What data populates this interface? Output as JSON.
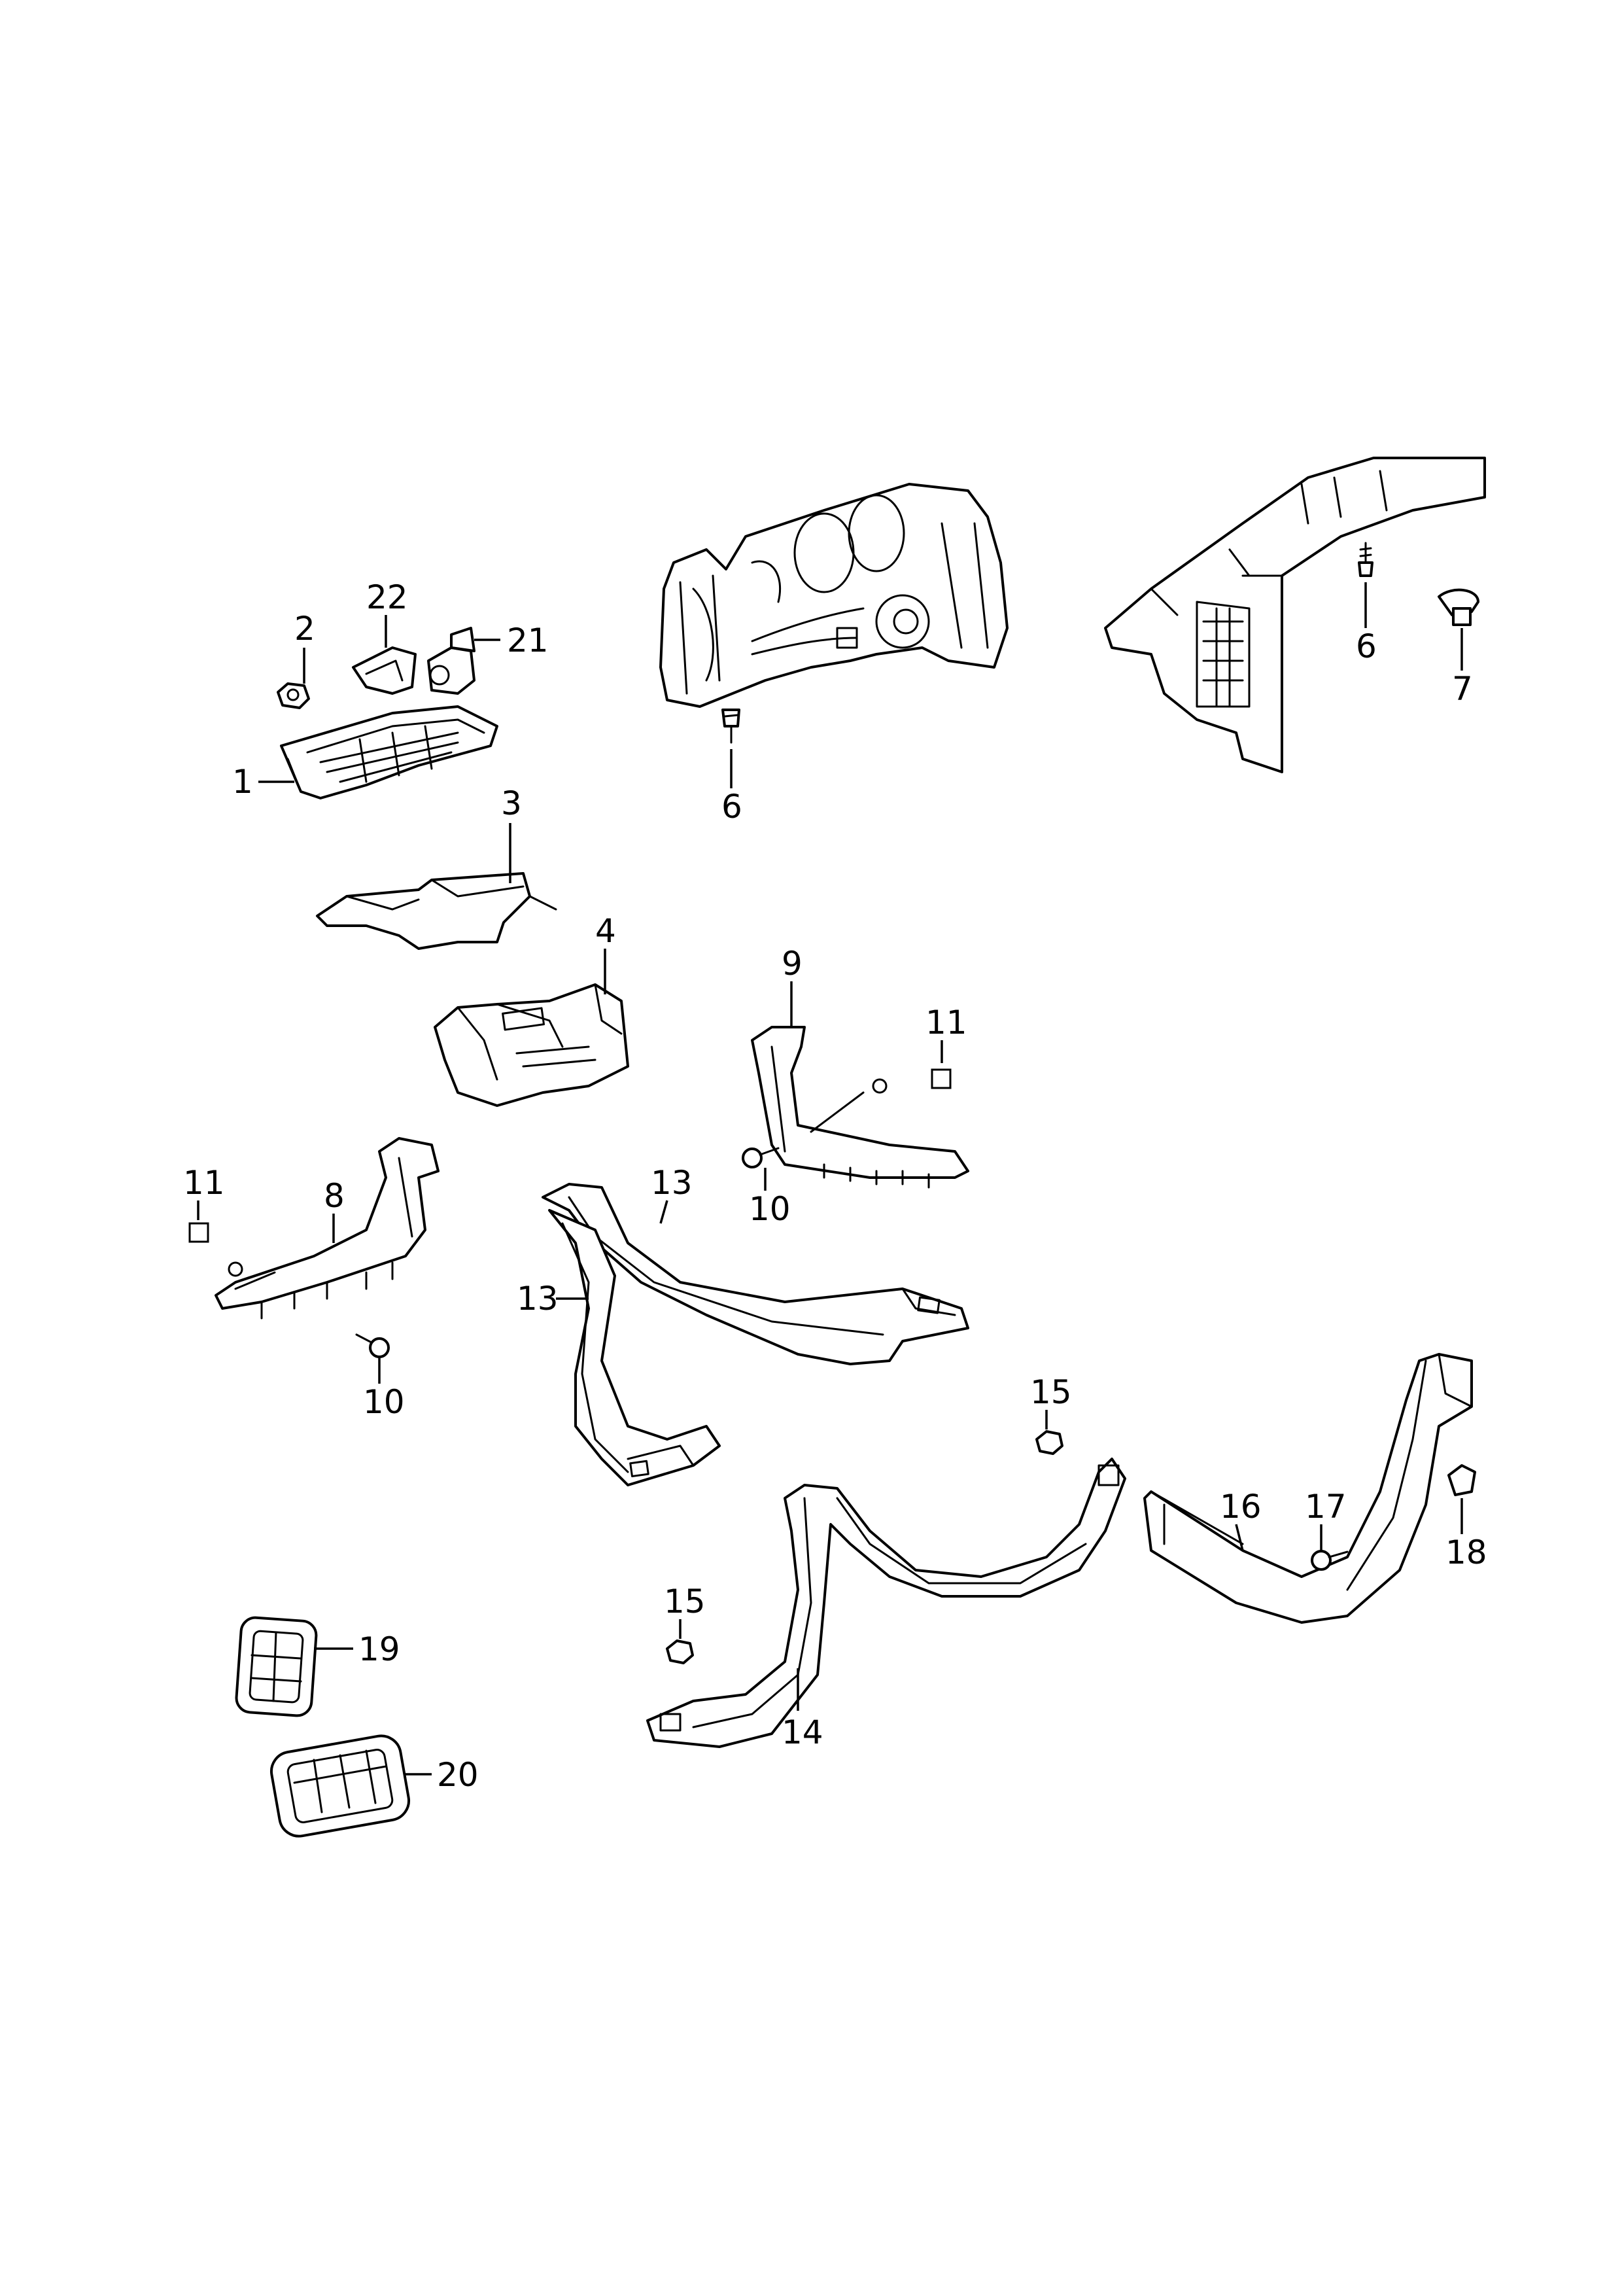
{
  "diagram": {
    "callouts": [
      "1",
      "2",
      "22",
      "21",
      "3",
      "4",
      "6",
      "6",
      "7",
      "9",
      "11",
      "11",
      "8",
      "10",
      "10",
      "13",
      "13",
      "15",
      "15",
      "16",
      "17",
      "18",
      "14",
      "19",
      "20"
    ]
  }
}
